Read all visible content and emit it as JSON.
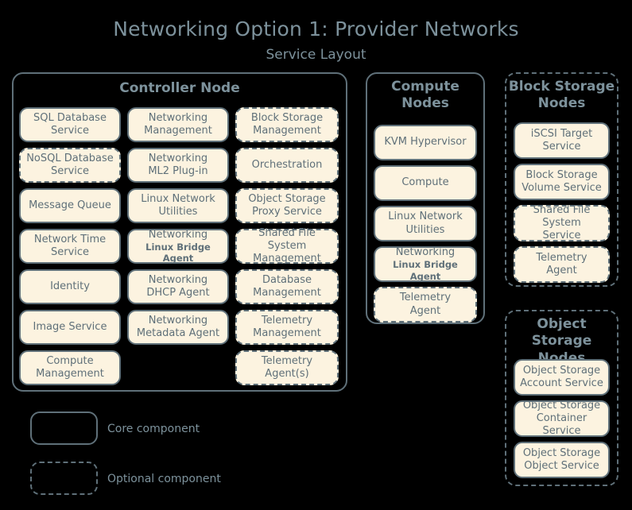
{
  "title": "Networking Option 1: Provider Networks",
  "subtitle": "Service Layout",
  "groups": {
    "controller": {
      "title": "Controller Node",
      "optional_group": false,
      "columns": [
        [
          {
            "l1": "SQL Database",
            "l2": "Service",
            "optional": false
          },
          {
            "l1": "NoSQL Database",
            "l2": "Service",
            "optional": true
          },
          {
            "l1": "Message Queue",
            "l2": "",
            "optional": false
          },
          {
            "l1": "Network Time",
            "l2": "Service",
            "optional": false
          },
          {
            "l1": "Identity",
            "l2": "",
            "optional": false
          },
          {
            "l1": "Image Service",
            "l2": "",
            "optional": false
          },
          {
            "l1": "Compute",
            "l2": "Management",
            "optional": false
          }
        ],
        [
          {
            "l1": "Networking",
            "l2": "Management",
            "optional": false
          },
          {
            "l1": "Networking",
            "l2": "ML2 Plug-in",
            "optional": false
          },
          {
            "l1": "Linux Network",
            "l2": "Utilities",
            "optional": false
          },
          {
            "l1": "Networking",
            "l2": "Linux Bridge Agent",
            "optional": false,
            "small_second": true
          },
          {
            "l1": "Networking",
            "l2": "DHCP Agent",
            "optional": false
          },
          {
            "l1": "Networking",
            "l2": "Metadata Agent",
            "optional": false
          }
        ],
        [
          {
            "l1": "Block Storage",
            "l2": "Management",
            "optional": true
          },
          {
            "l1": "Orchestration",
            "l2": "",
            "optional": true
          },
          {
            "l1": "Object Storage",
            "l2": "Proxy Service",
            "optional": true
          },
          {
            "l1": "Shared File System",
            "l2": "Management",
            "optional": true
          },
          {
            "l1": "Database",
            "l2": "Management",
            "optional": true
          },
          {
            "l1": "Telemetry",
            "l2": "Management",
            "optional": true
          },
          {
            "l1": "Telemetry",
            "l2": "Agent(s)",
            "optional": true
          }
        ]
      ]
    },
    "compute": {
      "title_line1": "Compute",
      "title_line2": "Nodes",
      "optional_group": false,
      "items": [
        {
          "l1": "KVM Hypervisor",
          "l2": "",
          "optional": false
        },
        {
          "l1": "Compute",
          "l2": "",
          "optional": false
        },
        {
          "l1": "Linux Network",
          "l2": "Utilities",
          "optional": false
        },
        {
          "l1": "Networking",
          "l2": "Linux Bridge Agent",
          "optional": false,
          "small_second": true
        },
        {
          "l1": "Telemetry",
          "l2": "Agent",
          "optional": true
        }
      ]
    },
    "block_storage": {
      "title_line1": "Block Storage",
      "title_line2": "Nodes",
      "optional_group": true,
      "items": [
        {
          "l1": "iSCSI Target",
          "l2": "Service",
          "optional": false
        },
        {
          "l1": "Block Storage",
          "l2": "Volume Service",
          "optional": false
        },
        {
          "l1": "Shared File System",
          "l2": "Service",
          "optional": true
        },
        {
          "l1": "Telemetry",
          "l2": "Agent",
          "optional": true
        }
      ]
    },
    "object_storage": {
      "title_line1": "Object",
      "title_line2": "Storage Nodes",
      "optional_group": true,
      "items": [
        {
          "l1": "Object Storage",
          "l2": "Account Service",
          "optional": false
        },
        {
          "l1": "Object Storage",
          "l2": "Container Service",
          "optional": false
        },
        {
          "l1": "Object Storage",
          "l2": "Object Service",
          "optional": false
        }
      ]
    }
  },
  "legend": [
    {
      "label": "Core component",
      "style": "solid"
    },
    {
      "label": "Optional component",
      "style": "dashed"
    }
  ],
  "colors": {
    "background": "#000000",
    "box_fill": "#fcf3e0",
    "stroke": "#5f7079",
    "title_text": "#7d929c",
    "body_text": "#5f7079"
  }
}
